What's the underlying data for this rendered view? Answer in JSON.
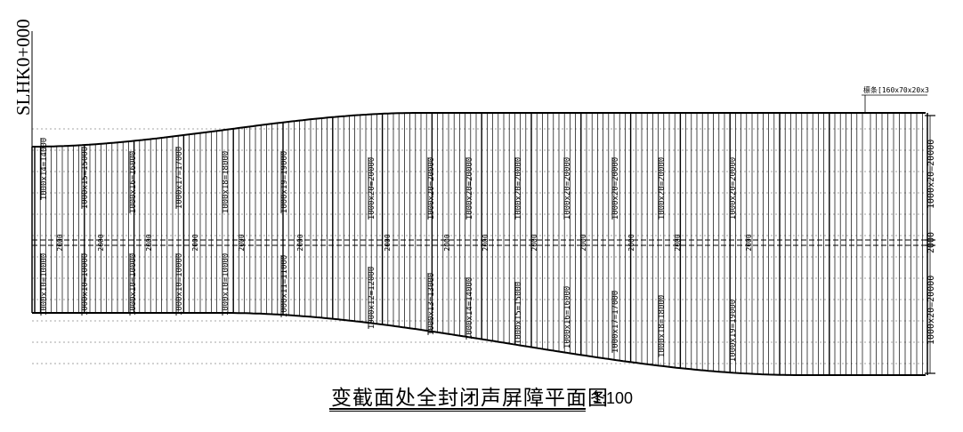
{
  "drawing": {
    "title": "变截面处全封闭声屏障平面图",
    "scale": "1:100",
    "station": "SLHK0+000",
    "material_note": "檩条[160x70x20x3",
    "dim_upper": "1000x20=20000",
    "dim_middle": "2000",
    "dim_lower": "1000x20=20000",
    "upper_segments": [
      "1000x14=14000",
      "1000x15=15000",
      "1000x16=16000",
      "1000x17=17000",
      "1000x18=18000",
      "1000x19=19000",
      "1000x20=20000",
      "1000x20=20000",
      "1000x20=20000",
      "1000x20=20000",
      "1000x20=20000",
      "1000x20=20000",
      "1000x20=20000",
      "1000x20=20000"
    ],
    "lower_segments": [
      "1000x10=10000",
      "1000x10=10000",
      "1000x10=10000",
      "1000x10=10000",
      "1000x10=10000",
      "1000x11=11000",
      "1000x12=12000",
      "1000x13=13000",
      "1000x14=14000",
      "1000x15=15000",
      "1000x16=16000",
      "1000x17=17000",
      "1000x18=18000",
      "1000x19=19000"
    ],
    "gap_labels": [
      "2000",
      "2000",
      "2000",
      "2000",
      "2000",
      "2000",
      "2000",
      "2000",
      "2000",
      "2000",
      "2000",
      "2000",
      "2000",
      "2000"
    ]
  }
}
